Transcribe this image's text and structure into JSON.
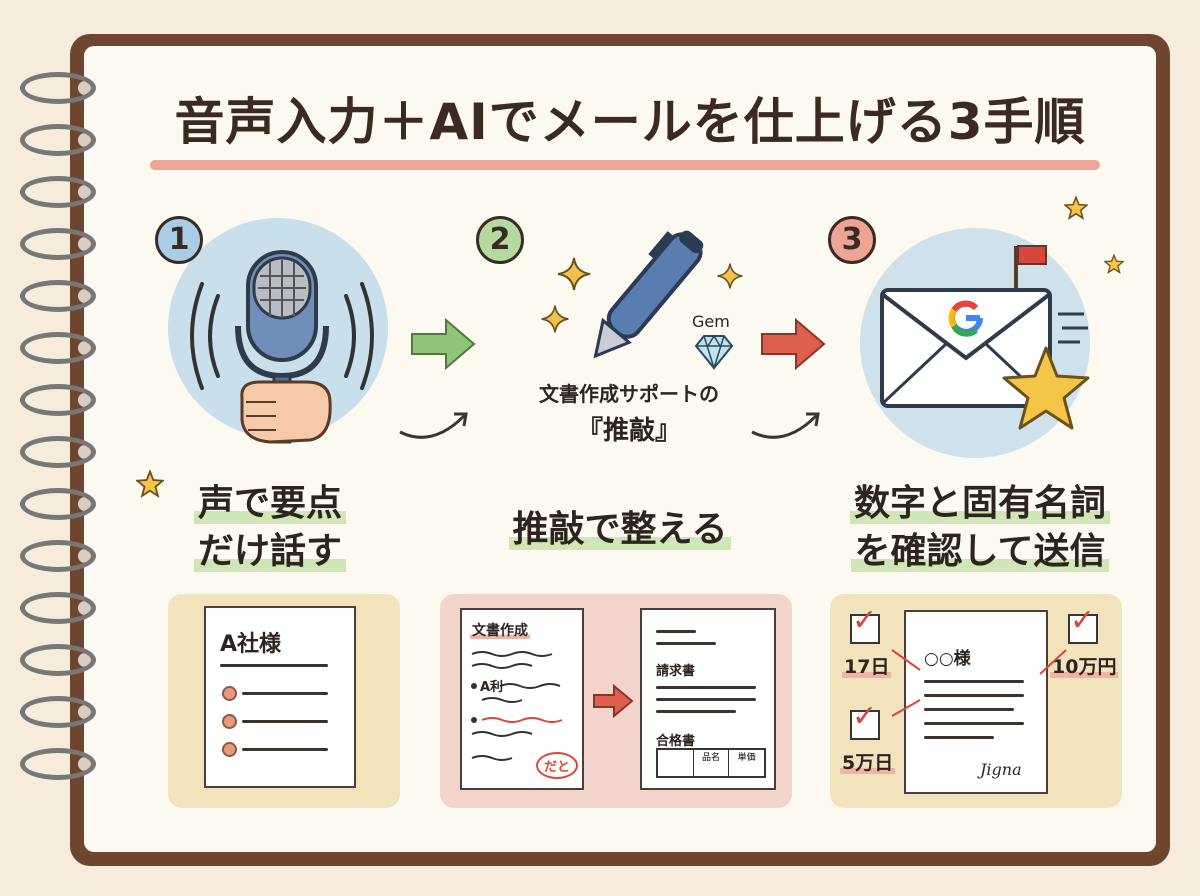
{
  "title": "音声入力＋AIでメールを仕上げる3手順",
  "steps": [
    {
      "number": "1",
      "label_line1": "声で要点",
      "label_line2": "だけ話す",
      "doc_heading": "A社様"
    },
    {
      "number": "2",
      "tool_badge": "Gem",
      "sub_line1": "文書作成サポートの",
      "sub_line2": "『推敲』",
      "label": "推敲で整える",
      "draft_heading": "文書作成",
      "draft_item": "A利",
      "draft_stamp": "だと",
      "final_heading": "請求書",
      "final_subheading": "合格書",
      "table_cols": [
        "",
        "品名",
        "単価"
      ]
    },
    {
      "number": "3",
      "label_line1": "数字と固有名詞",
      "label_line2": "を確認して送信",
      "email_addressee": "○○様",
      "email_signature": "Jigna",
      "check_items": [
        "17日",
        "5万日",
        "10万円"
      ]
    }
  ],
  "colors": {
    "cover": "#6e4630",
    "paper": "#fcf9f1",
    "step1_accent": "#89b6d6",
    "step2_accent": "#8fc47a",
    "step3_accent": "#e27462",
    "arrow_green": "#8fc47a",
    "arrow_red": "#df5f4e",
    "check_red": "#d9463b"
  },
  "icons": [
    "microphone-icon",
    "pen-icon",
    "gem-icon",
    "envelope-icon",
    "google-g-icon",
    "star-icon",
    "mailbox-flag-icon",
    "sparkle-icon"
  ]
}
